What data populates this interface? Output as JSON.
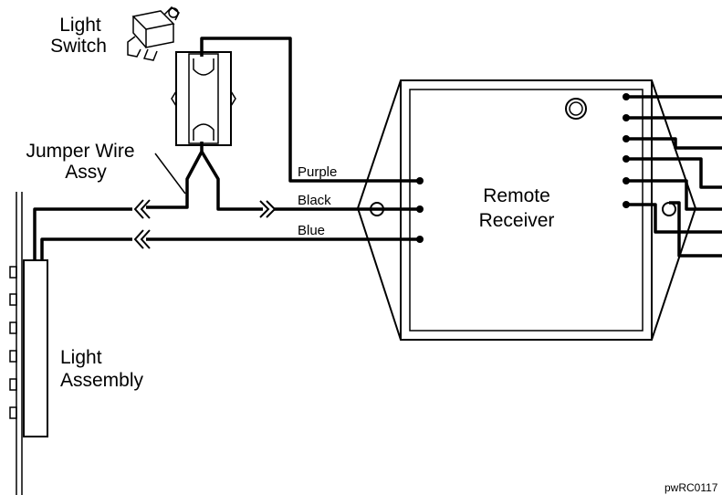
{
  "components": {
    "light_switch": {
      "line1": "Light",
      "line2": "Switch"
    },
    "jumper_wire": {
      "line1": "Jumper Wire",
      "line2": "Assy"
    },
    "remote_receiver": {
      "line1": "Remote",
      "line2": "Receiver"
    },
    "light_assembly": {
      "line1": "Light",
      "line2": "Assembly"
    }
  },
  "wires": {
    "purple": "Purple",
    "black": "Black",
    "blue": "Blue"
  },
  "figure_code": "pwRC0117"
}
